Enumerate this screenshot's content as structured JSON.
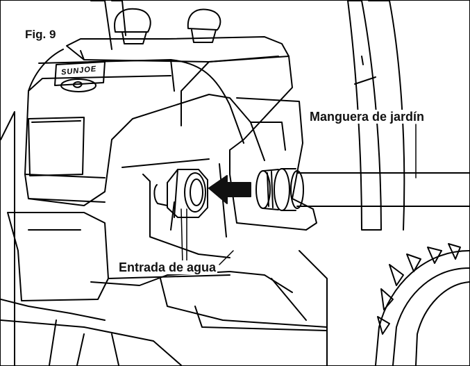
{
  "figure": {
    "label": "Fig. 9",
    "brand_text": "SUNJOE"
  },
  "callouts": {
    "hose": "Manguera de jardín",
    "inlet": "Entrada de agua"
  },
  "icons": {
    "arrow": "arrow-left-icon"
  },
  "colors": {
    "line": "#000000",
    "background": "#ffffff",
    "arrow": "#111111"
  }
}
